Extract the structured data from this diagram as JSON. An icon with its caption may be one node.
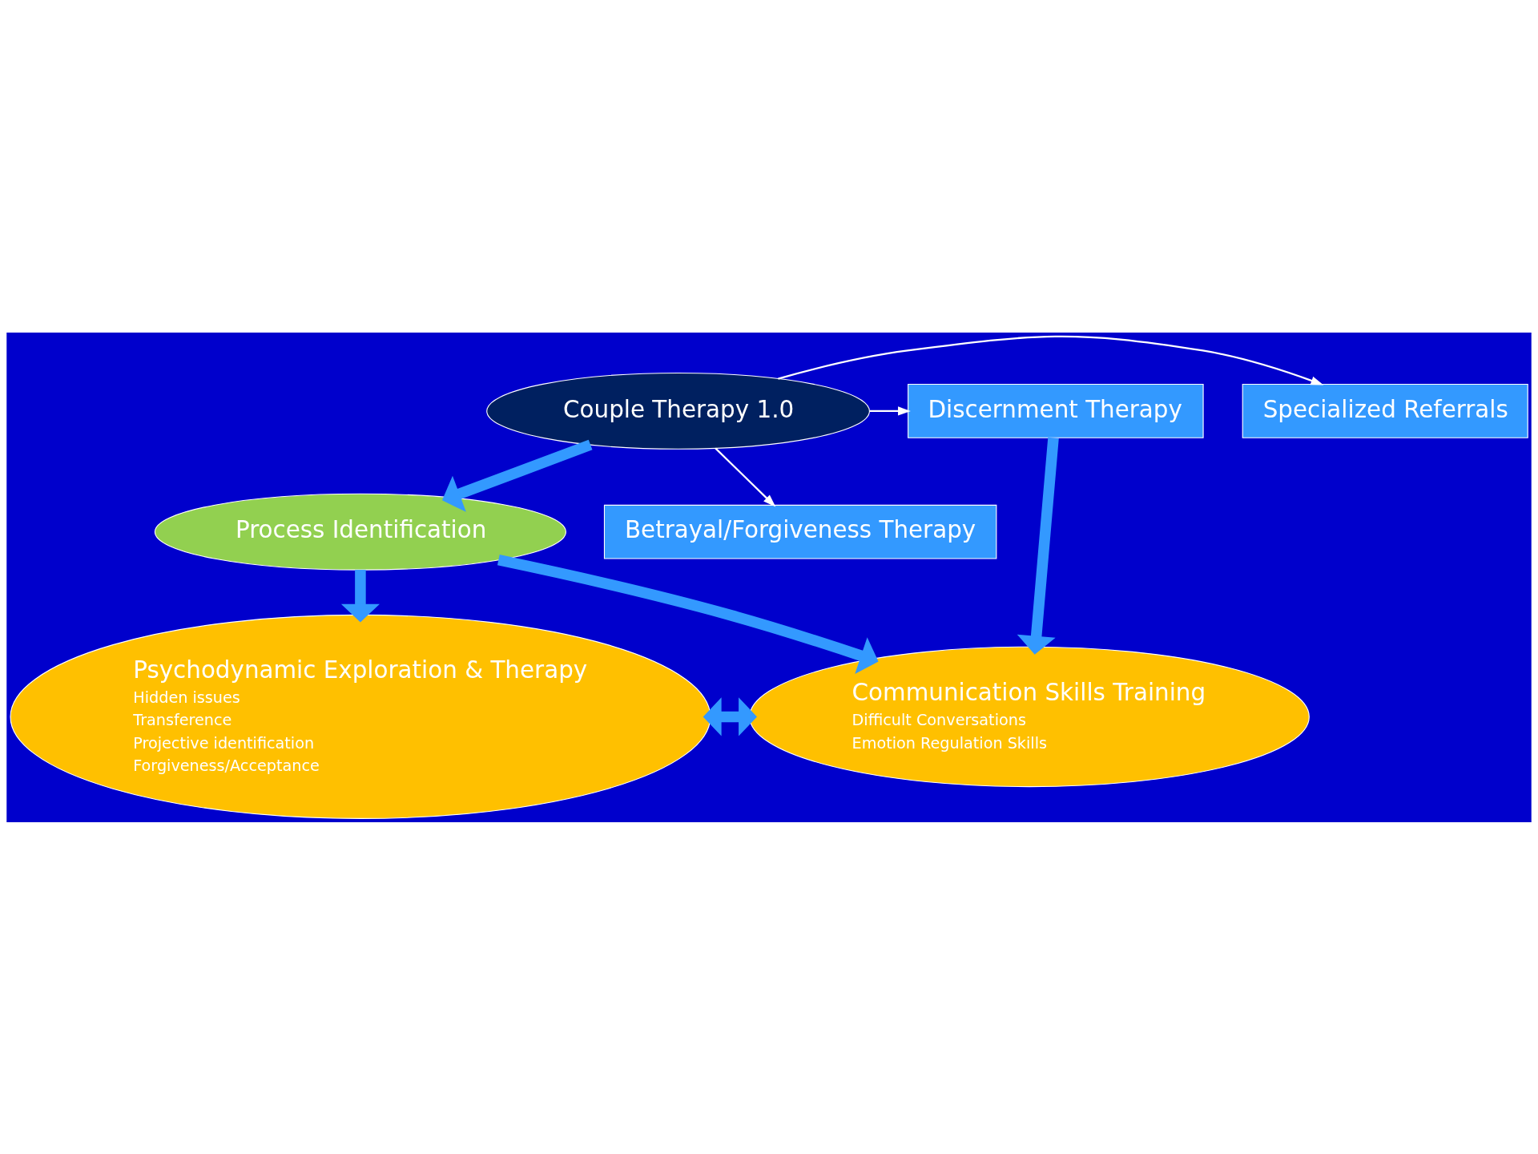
{
  "diagram": {
    "nodes": [
      {
        "text": [
          "Couple Therapy 1.0"
        ]
      },
      {
        "text": [
          "Specialized Referrals"
        ]
      },
      {
        "text": [
          "Discernment Therapy"
        ]
      },
      {
        "text": [
          "Betrayal/Forgiveness Therapy"
        ]
      },
      {
        "text": [
          "Process Identification"
        ]
      },
      {
        "text": [
          "Psychodynamic Exploration & Therapy",
          "Hidden issues",
          "Transference",
          "Projective identification",
          "Forgiveness/Acceptance"
        ]
      },
      {
        "text": [
          "Communication Skills Training",
          "Difficult Conversations",
          "Emotion Regulation Skills"
        ]
      }
    ],
    "edges": [
      {
        "from": 0,
        "to": 1,
        "arrow": "to",
        "color": "#ffffff"
      },
      {
        "from": 0,
        "to": 2,
        "arrow": "to",
        "color": "#ffffff"
      },
      {
        "from": 0,
        "to": 3,
        "arrow": "to",
        "color": "#ffffff"
      },
      {
        "from": 0,
        "to": 4,
        "arrow": "to"
      },
      {
        "from": 4,
        "to": 5,
        "arrow": "to"
      },
      {
        "from": 4,
        "to": 6,
        "arrow": "to"
      },
      {
        "from": 2,
        "to": 6,
        "arrow": "to"
      },
      {
        "from": 5,
        "to": 6,
        "arrow": "both"
      }
    ]
  }
}
